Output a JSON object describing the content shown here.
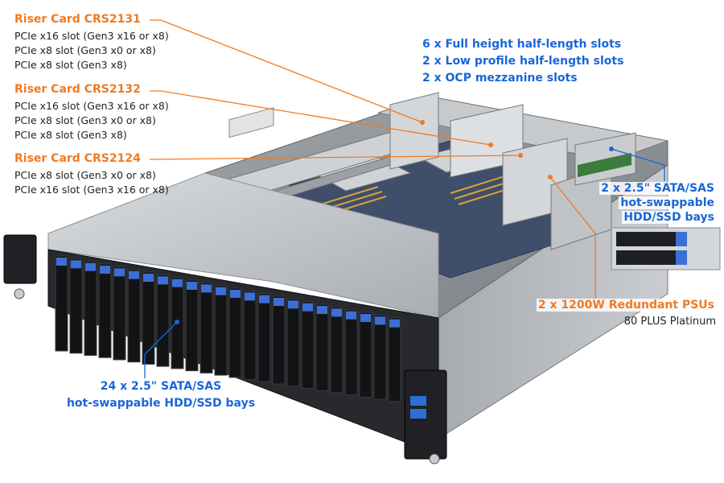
{
  "risers": [
    {
      "title": "Riser Card CRS2131",
      "slots": [
        "PCIe x16 slot (Gen3 x16 or x8)",
        "PCIe x8 slot (Gen3 x0 or x8)",
        "PCIe x8 slot (Gen3 x8)"
      ]
    },
    {
      "title": "Riser Card CRS2132",
      "slots": [
        "PCIe x16 slot (Gen3 x16 or x8)",
        "PCIe x8 slot (Gen3 x0 or x8)",
        "PCIe x8 slot (Gen3 x8)"
      ]
    },
    {
      "title": "Riser Card CRS2124",
      "slots": [
        "PCIe x8 slot (Gen3 x0 or x8)",
        "PCIe x16 slot (Gen3 x16 or x8)"
      ]
    }
  ],
  "expansion": {
    "line1": "6 x Full height half-length slots",
    "line2": "2 x Low profile half-length slots",
    "line3": "2 x OCP mezzanine slots"
  },
  "rear_bays": {
    "line1": "2 x 2.5\" SATA/SAS",
    "line2": "hot-swappable",
    "line3": "HDD/SSD bays"
  },
  "psu": {
    "title": "2 x 1200W Redundant PSUs",
    "sub": "80 PLUS Platinum"
  },
  "front_bays": {
    "line1": "24 x 2.5\" SATA/SAS",
    "line2": "hot-swappable HDD/SSD bays"
  },
  "colors": {
    "orange": "#f07a23",
    "blue": "#1a66d8",
    "drive_blue": "#3b6fd6",
    "chassis_grey": "#b8bcc0"
  }
}
